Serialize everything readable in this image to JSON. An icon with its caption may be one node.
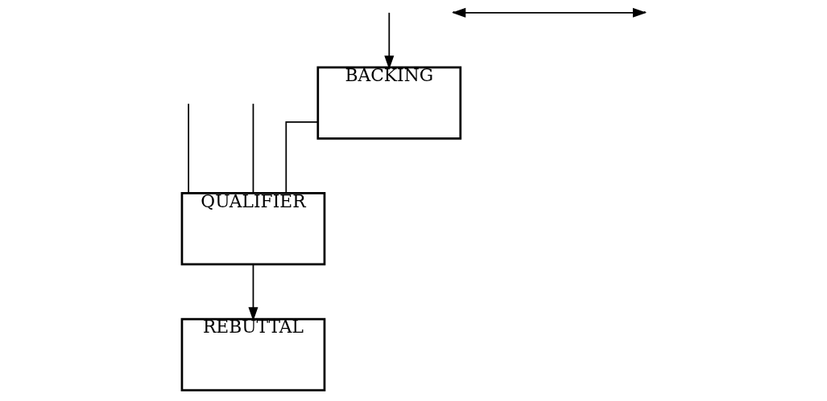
{
  "diagram": {
    "nodes": [
      {
        "text": [
          "BACKING"
        ]
      },
      {
        "text": [
          "QUALIFIER"
        ]
      },
      {
        "text": [
          "REBUTTAL"
        ]
      }
    ],
    "edges": [
      {
        "from": null,
        "to": 0,
        "arrow": "to"
      },
      {
        "from": null,
        "to": 1,
        "arrow": "none"
      },
      {
        "from": null,
        "to": 1,
        "arrow": "none"
      },
      {
        "from": 0,
        "to": 1,
        "arrow": "none"
      },
      {
        "from": 1,
        "to": 2,
        "arrow": "to"
      }
    ]
  }
}
